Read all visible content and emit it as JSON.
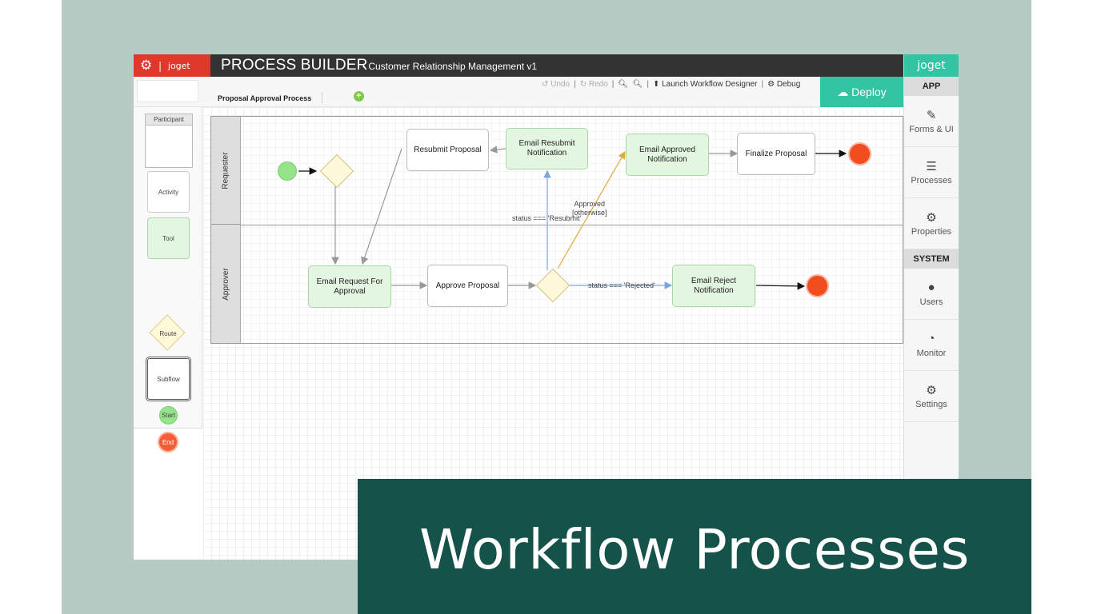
{
  "app": {
    "title": "PROCESS BUILDER",
    "subtitle": "- Customer Relationship Management v1",
    "right_logo": "joget",
    "left_logo": "joget"
  },
  "toolbar": {
    "process_tab": "Proposal Approval Process",
    "undo": "Undo",
    "redo": "Redo",
    "launch": "Launch Workflow Designer",
    "debug": "Debug",
    "deploy": "Deploy"
  },
  "nav": {
    "app_header": "APP",
    "system_header": "SYSTEM",
    "items": [
      {
        "label": "Forms & UI",
        "icon": "edit-icon"
      },
      {
        "label": "Processes",
        "icon": "list-icon"
      },
      {
        "label": "Properties",
        "icon": "gear-icon"
      },
      {
        "label": "Users",
        "icon": "user-icon"
      },
      {
        "label": "Monitor",
        "icon": "dashboard-icon"
      },
      {
        "label": "Settings",
        "icon": "gears-icon"
      }
    ]
  },
  "palette": {
    "participant": "Participant",
    "activity": "Activity",
    "tool": "Tool",
    "route": "Route",
    "subflow": "Subflow",
    "start": "Start",
    "end": "End"
  },
  "lanes": {
    "requester": "Requester",
    "approver": "Approver"
  },
  "nodes": {
    "resubmit": "Resubmit Proposal",
    "email_resubmit": "Email Resubmit Notification",
    "email_approved": "Email Approved Notification",
    "finalize": "Finalize Proposal",
    "email_request": "Email Request For Approval",
    "approve": "Approve Proposal",
    "email_reject": "Email Reject Notification"
  },
  "flow_labels": {
    "resubmit": "status === 'Resubmit'",
    "approved_line1": "Approved",
    "approved_line2": "[otherwise]",
    "rejected": "status === 'Rejected'"
  },
  "colors": {
    "red": "#e0392b",
    "teal": "#33c4a4",
    "banner": "#14524a",
    "bg": "#b5cbc3"
  },
  "banner": {
    "text": "Workflow Processes"
  }
}
